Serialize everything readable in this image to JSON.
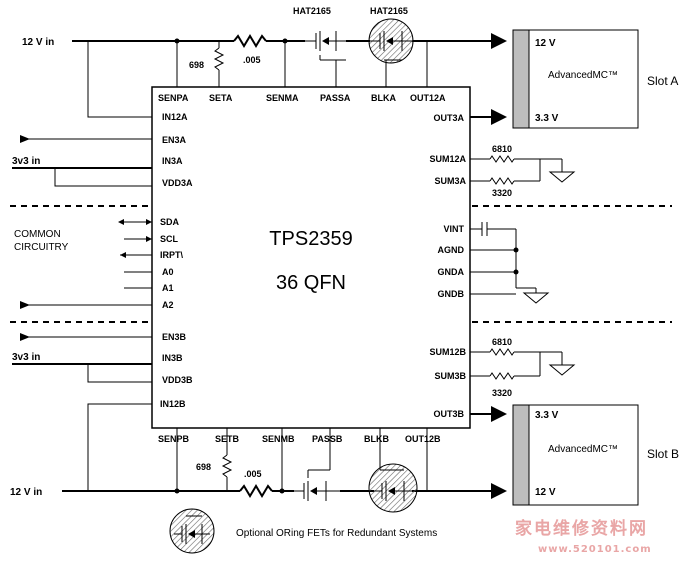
{
  "chip": {
    "name": "TPS2359",
    "package": "36 QFN"
  },
  "top_pins": [
    "SENPA",
    "SETA",
    "SENMA",
    "PASSA",
    "BLKA",
    "OUT12A"
  ],
  "bottom_pins": [
    "SENPB",
    "SETB",
    "SENMB",
    "PASSB",
    "BLKB",
    "OUT12B"
  ],
  "left_pins_a": [
    "IN12A",
    "EN3A",
    "IN3A",
    "VDD3A"
  ],
  "left_pins_common": [
    "SDA",
    "SCL",
    "IRPT\\",
    "A0",
    "A1",
    "A2"
  ],
  "left_pins_b": [
    "EN3B",
    "IN3B",
    "VDD3B",
    "IN12B"
  ],
  "right_pins_a": [
    "OUT3A",
    "SUM12A",
    "SUM3A"
  ],
  "right_pins_common": [
    "VINT",
    "AGND",
    "GNDA",
    "GNDB"
  ],
  "right_pins_b": [
    "SUM12B",
    "SUM3B",
    "OUT3B"
  ],
  "inputs": {
    "v12_top": "12 V in",
    "v3_a": "3v3 in",
    "v3_b": "3v3 in",
    "v12_bottom": "12 V in"
  },
  "common_label": [
    "COMMON",
    "CIRCUITRY"
  ],
  "fets": {
    "top_left": "HAT2165",
    "top_right": "HAT2165"
  },
  "resistors": {
    "top_set": "698",
    "top_sense": ".005",
    "top_sum12": "6810",
    "top_sum3": "3320",
    "bot_set": "698",
    "bot_sense": ".005",
    "bot_sum12": "6810",
    "bot_sum3": "3320"
  },
  "slot_a": {
    "name": "Slot A",
    "card": "AdvancedMC™",
    "rail12": "12 V",
    "rail3": "3.3 V"
  },
  "slot_b": {
    "name": "Slot B",
    "card": "AdvancedMC™",
    "rail12": "12 V",
    "rail3": "3.3 V"
  },
  "footnote": "Optional ORing FETs for Redundant Systems",
  "watermark": {
    "cn": "家电维修资料网",
    "url": "www.520101.com"
  }
}
